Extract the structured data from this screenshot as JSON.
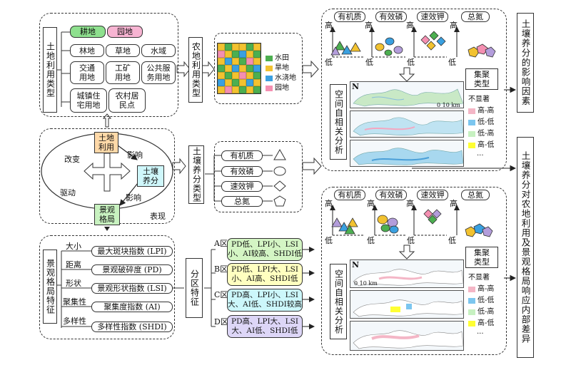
{
  "land_use": {
    "title": "土地利用类型",
    "row1": [
      "耕地",
      "园地"
    ],
    "row2": [
      "林地",
      "草地",
      "水域"
    ],
    "row3": [
      "交通\n用地",
      "工矿\n用地",
      "公共服\n务用地"
    ],
    "row4": [
      "城镇住\n宅用地",
      "农村居\n民点"
    ]
  },
  "land_use_type_label": "农地利用类型",
  "crop_legend": [
    "水田",
    "旱地",
    "水浇地",
    "园地"
  ],
  "colors": {
    "paddy": "#4caf50",
    "dry": "#f2c230",
    "irrigated": "#3aa0e0",
    "orchard": "#f48fb1",
    "yellow_hl": "#ffff66",
    "cyan_hl": "#ccffff",
    "green_hl": "#d4f5c4",
    "purple_hl": "#d9d0f5"
  },
  "cycle": {
    "land_use": "土地\n利用",
    "soil_nutrient": "土壤\n养分",
    "landscape": "景观\n格局",
    "change": "改变",
    "influence1": "影响",
    "drive": "驱动",
    "influence2": "影响",
    "express": "表现"
  },
  "soil_types": {
    "title": "土壤养分类型",
    "items": [
      "有机质",
      "有效磷",
      "速效钾",
      "总氮"
    ]
  },
  "landscape_features": {
    "title": "景观格局特征",
    "categories": [
      "大小",
      "距离",
      "形状",
      "聚集性",
      "多样性"
    ],
    "indices": [
      "最大斑块指数 (LPI)",
      "景观破碎度 (PD)",
      "景观形状指数 (LSI)",
      "聚集度指数 (AI)",
      "多样性指数 (SHDI)"
    ]
  },
  "zones": {
    "title": "分区特征",
    "labels": [
      "A区",
      "B区",
      "C区",
      "D区"
    ],
    "texts": [
      "PD低、LPI小、LSI\n小、AI较高、SHDI低",
      "PD低、LPI大、LSI\n小、AI高、SHDI低",
      "PD高、LPI小、LSI\n大、AI低、SHDI较高",
      "PD高、LPI大、LSI\n大、AI低、SHDI低"
    ]
  },
  "top_panel": {
    "nutrients": [
      "有机质",
      "有效磷",
      "速效钾",
      "总氮"
    ],
    "high": "高",
    "low": "低",
    "autocorr": "空间自相关分析",
    "cluster_title": "集聚\n类型",
    "cluster_items": [
      "不显著",
      "高-高",
      "低-低",
      "低-高",
      "高-低",
      "..."
    ],
    "north": "N",
    "scale": "0  10 km"
  },
  "bottom_panel": {
    "nutrients": [
      "有机质",
      "有效磷",
      "速效钾",
      "总氮"
    ],
    "high": "高",
    "low": "低",
    "autocorr": "空间自相关分析",
    "cluster_title": "集聚\n类型",
    "cluster_items": [
      "不显著",
      "高-高",
      "低-低",
      "低-高",
      "高-低",
      "..."
    ],
    "north": "N",
    "scale": "0  10 km"
  },
  "right": {
    "factor": "土壤养分的影响因素",
    "diff": "土壤养分对农地利用及景观格局响应内部差异"
  }
}
